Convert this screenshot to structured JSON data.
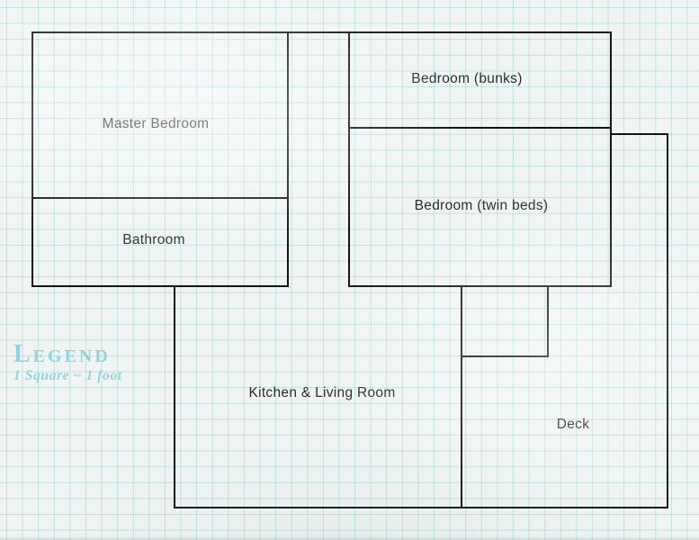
{
  "legend": {
    "title": "Legend",
    "scale_note": "1 Square ~ 1 foot"
  },
  "rooms": {
    "master_bedroom": {
      "label": "Master Bedroom"
    },
    "bathroom": {
      "label": "Bathroom"
    },
    "bedroom_bunks": {
      "label": "Bedroom (bunks)"
    },
    "bedroom_twin": {
      "label": "Bedroom (twin beds)"
    },
    "kitchen_living": {
      "label": "Kitchen & Living Room"
    },
    "deck": {
      "label": "Deck"
    }
  },
  "colors": {
    "paper": "#f0f5f4",
    "grid_line": "rgba(150,211,206,0.55)",
    "wall": "#141414",
    "label_text": "#2b2b2b",
    "accent": "#8dd6dd"
  }
}
